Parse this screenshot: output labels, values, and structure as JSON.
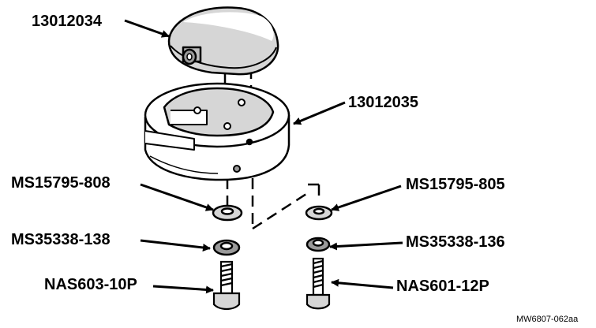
{
  "figure": {
    "callouts": {
      "cover": "13012034",
      "base": "13012035",
      "flat_washer_left": "MS15795-808",
      "flat_washer_right": "MS15795-805",
      "lock_washer_left": "MS35338-138",
      "lock_washer_right": "MS35338-136",
      "screw_left": "NAS603-10P",
      "screw_right": "NAS601-12P"
    },
    "figure_id": "MW6807-062aa"
  },
  "colors": {
    "ink": "#000000",
    "paper": "#ffffff",
    "shade": "#d6d6d6",
    "dark": "#9a9a9a"
  }
}
